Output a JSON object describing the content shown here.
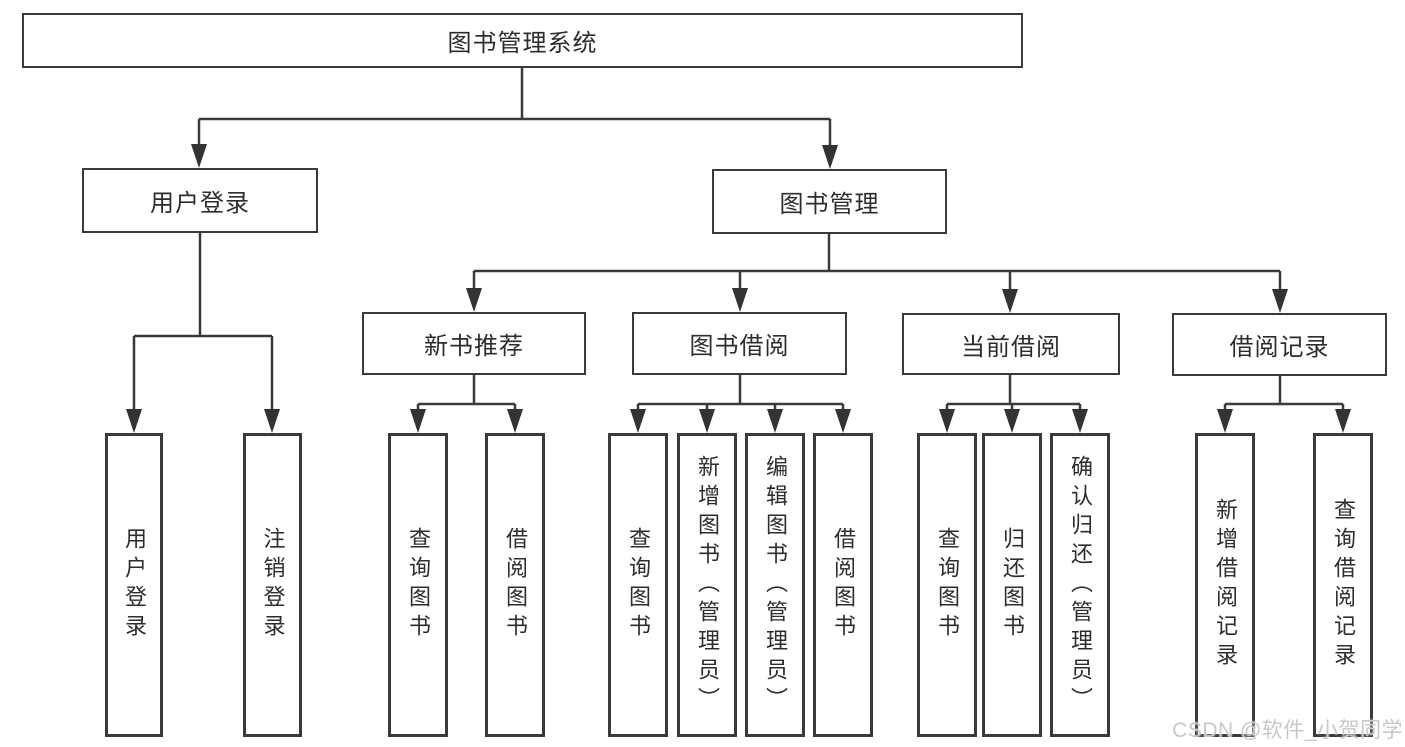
{
  "diagram": {
    "root": {
      "label": "图书管理系统"
    },
    "branches": [
      {
        "label": "用户登录",
        "children": [
          {
            "label": "用户登录"
          },
          {
            "label": "注销登录"
          }
        ]
      },
      {
        "label": "图书管理",
        "children": [
          {
            "label": "新书推荐",
            "children": [
              {
                "label": "查询图书"
              },
              {
                "label": "借阅图书"
              }
            ]
          },
          {
            "label": "图书借阅",
            "children": [
              {
                "label": "查询图书"
              },
              {
                "label": "新增图书（管理员）"
              },
              {
                "label": "编辑图书（管理员）"
              },
              {
                "label": "借阅图书"
              }
            ]
          },
          {
            "label": "当前借阅",
            "children": [
              {
                "label": "查询图书"
              },
              {
                "label": "归还图书"
              },
              {
                "label": "确认归还（管理员）"
              }
            ]
          },
          {
            "label": "借阅记录",
            "children": [
              {
                "label": "新增借阅记录"
              },
              {
                "label": "查询借阅记录"
              }
            ]
          }
        ]
      }
    ]
  },
  "watermark": {
    "text": "CSDN @软件_小贺同学"
  },
  "colors": {
    "line": "#3a3a3a",
    "text": "#2d2d2d",
    "background": "#ffffff",
    "watermark": "#c8c8c8"
  }
}
